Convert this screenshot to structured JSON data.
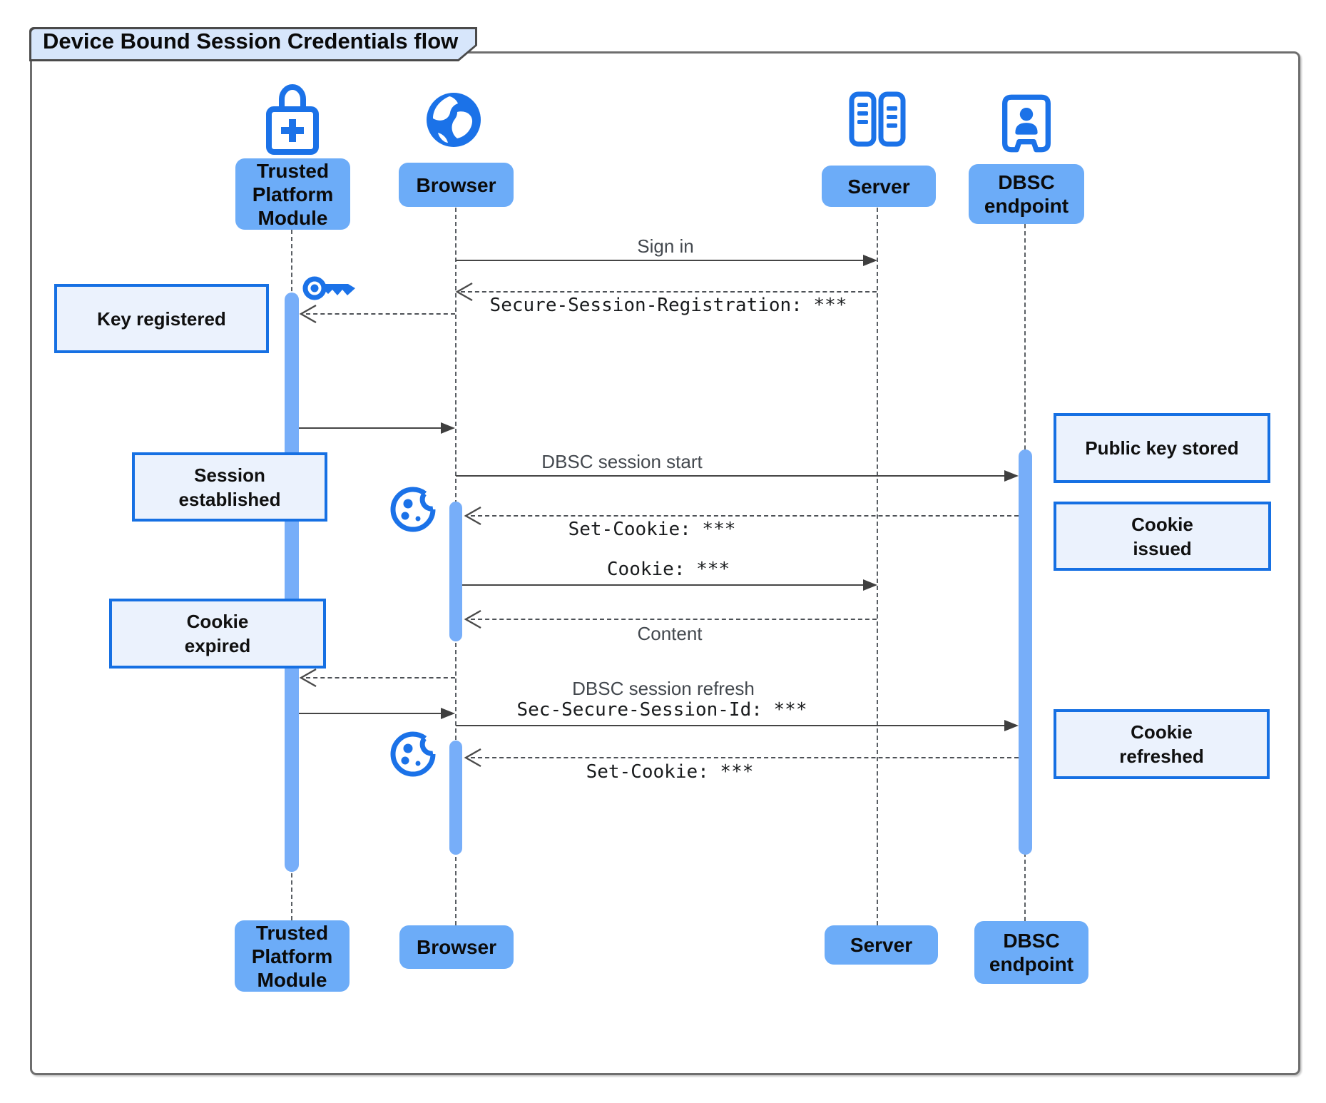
{
  "title": "Device Bound Session Credentials flow",
  "colors": {
    "accent_blue": "#1b72e8",
    "participant_fill": "#6cacf8",
    "activation_fill": "#77aef9",
    "note_fill": "#ebf2fd",
    "note_border": "#1670e3",
    "title_tab_fill": "#d7e6fb"
  },
  "participants": {
    "tpm": {
      "label": "Trusted Platform Module",
      "lines": [
        "Trusted",
        "Platform",
        "Module"
      ],
      "icon": "lock-plus-icon"
    },
    "browser": {
      "label": "Browser",
      "lines": [
        "Browser"
      ],
      "icon": "globe-icon"
    },
    "server": {
      "label": "Server",
      "lines": [
        "Server"
      ],
      "icon": "server-icon"
    },
    "dbsc": {
      "label": "DBSC endpoint",
      "lines": [
        "DBSC",
        "endpoint"
      ],
      "icon": "badge-person-icon"
    }
  },
  "notes": {
    "key_registered": {
      "lines": [
        "Key registered"
      ]
    },
    "session_established": {
      "lines": [
        "Session",
        "established"
      ]
    },
    "cookie_expired": {
      "lines": [
        "Cookie",
        "expired"
      ]
    },
    "public_key_stored": {
      "lines": [
        "Public key stored"
      ]
    },
    "cookie_issued": {
      "lines": [
        "Cookie",
        "issued"
      ]
    },
    "cookie_refreshed": {
      "lines": [
        "Cookie",
        "refreshed"
      ]
    }
  },
  "messages": {
    "sign_in": {
      "label": "Sign in",
      "from": "Browser",
      "to": "Server",
      "line": "solid"
    },
    "secure_session_registration": {
      "label": "Secure-Session-Registration: ***",
      "from": "Server",
      "to": "Browser",
      "line": "dashed"
    },
    "browser_to_tpm_register": {
      "label": "",
      "from": "Browser",
      "to": "Trusted Platform Module",
      "line": "dashed"
    },
    "tpm_key_to_browser": {
      "label": "",
      "from": "Trusted Platform Module",
      "to": "Browser",
      "line": "solid"
    },
    "dbsc_session_start": {
      "label": "DBSC session start",
      "from": "Browser",
      "to": "DBSC endpoint",
      "line": "solid"
    },
    "set_cookie_1": {
      "label": "Set-Cookie: ***",
      "from": "DBSC endpoint",
      "to": "Browser",
      "line": "dashed"
    },
    "cookie": {
      "label": "Cookie: ***",
      "from": "Browser",
      "to": "Server",
      "line": "solid"
    },
    "content": {
      "label": "Content",
      "from": "Server",
      "to": "Browser",
      "line": "dashed"
    },
    "browser_to_tpm_refresh": {
      "label": "",
      "from": "Browser",
      "to": "Trusted Platform Module",
      "line": "dashed"
    },
    "tpm_signature_to_browser": {
      "label": "",
      "from": "Trusted Platform Module",
      "to": "Browser",
      "line": "solid"
    },
    "dbsc_session_refresh": {
      "label": "DBSC session refresh",
      "header": "Sec-Secure-Session-Id: ***",
      "from": "Browser",
      "to": "DBSC endpoint",
      "line": "solid"
    },
    "set_cookie_2": {
      "label": "Set-Cookie: ***",
      "from": "DBSC endpoint",
      "to": "Browser",
      "line": "dashed"
    }
  }
}
